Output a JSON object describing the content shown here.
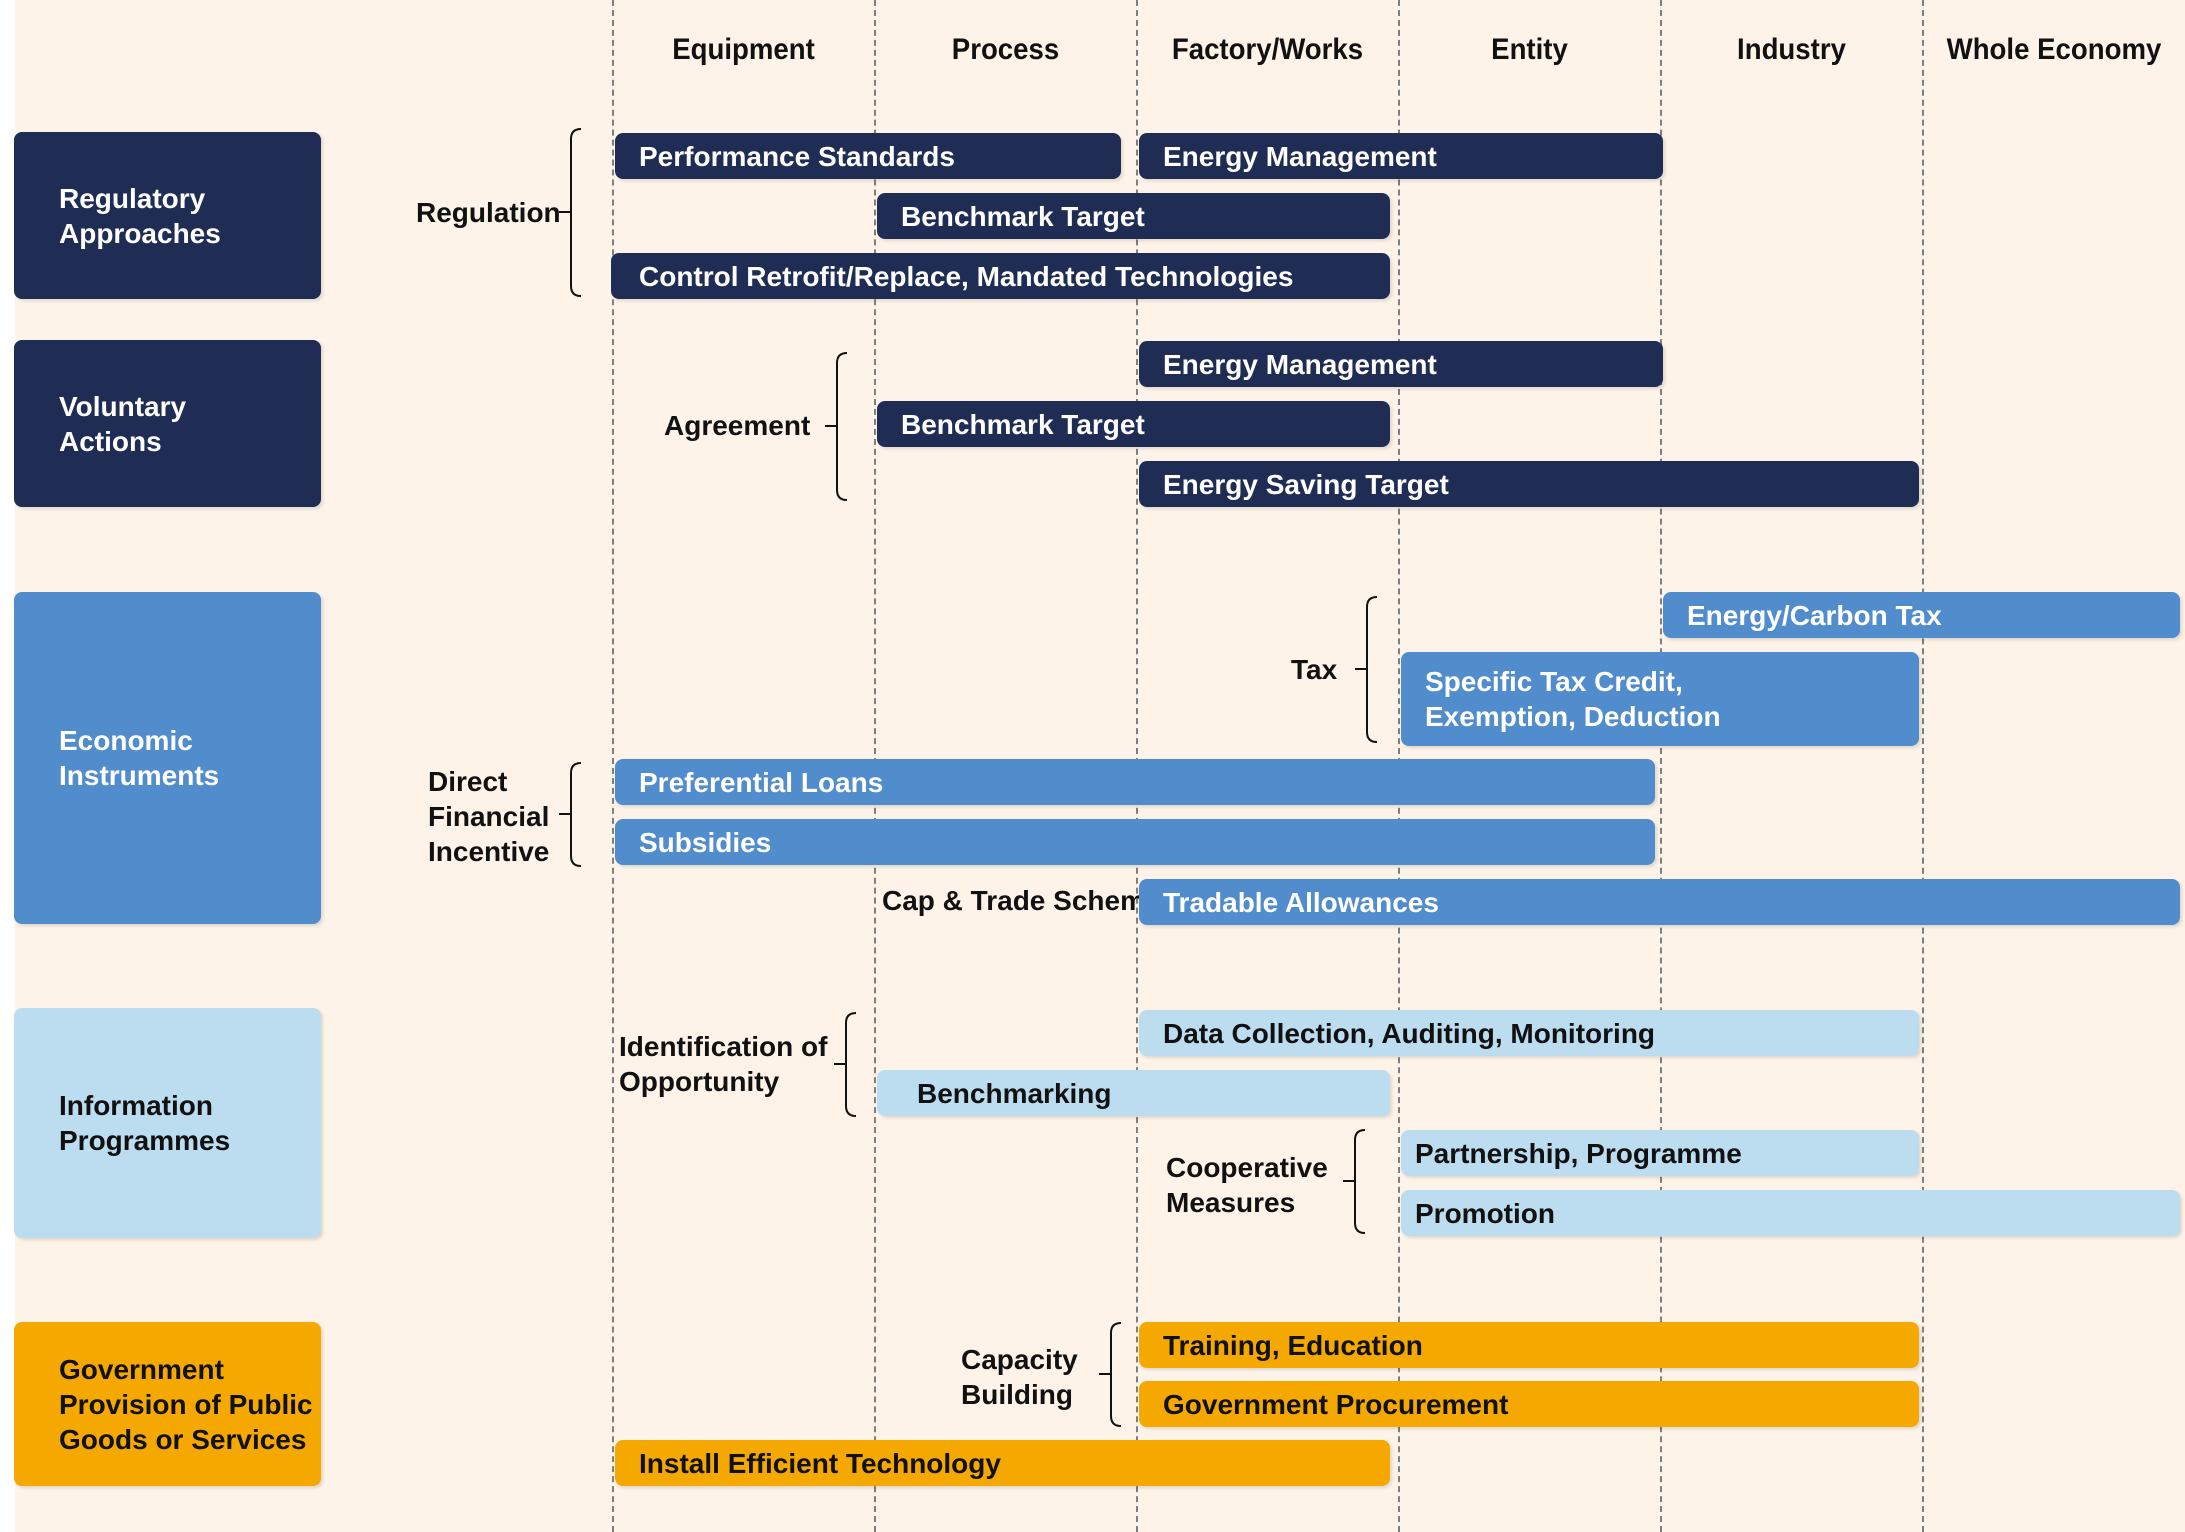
{
  "columns": [
    "Equipment",
    "Process",
    "Factory/Works",
    "Entity",
    "Industry",
    "Whole Economy"
  ],
  "categories": {
    "regulatory": "Regulatory\nApproaches",
    "voluntary": "Voluntary\nActions",
    "economic": "Economic\nInstruments",
    "information": "Information\nProgrammes",
    "government": "Government\nProvision of Public\nGoods or Services"
  },
  "groups": {
    "regulation": "Regulation",
    "agreement": "Agreement",
    "tax": "Tax",
    "direct_financial_incentive": "Direct\nFinancial\nIncentive",
    "cap_trade": "Cap & Trade Scheme",
    "identification": "Identification of\nOpportunity",
    "cooperative": "Cooperative\nMeasures",
    "capacity_building": "Capacity\nBuilding"
  },
  "bars": {
    "performance_standards": "Performance Standards",
    "energy_management_reg": "Energy Management",
    "benchmark_target_reg": "Benchmark Target",
    "control_retrofit": "Control Retrofit/Replace, Mandated Technologies",
    "energy_management_vol": "Energy Management",
    "benchmark_target_vol": "Benchmark Target",
    "energy_saving_target": "Energy Saving Target",
    "energy_carbon_tax": "Energy/Carbon Tax",
    "specific_tax_credit": "Specific Tax Credit,\nExemption, Deduction",
    "preferential_loans": "Preferential Loans",
    "subsidies": "Subsidies",
    "tradable_allowances": "Tradable Allowances",
    "data_collection": "Data Collection, Auditing, Monitoring",
    "benchmarking": "Benchmarking",
    "partnership": "Partnership, Programme",
    "promotion": "Promotion",
    "training": "Training, Education",
    "government_procurement": "Government Procurement",
    "install_efficient": "Install Efficient Technology"
  },
  "colors": {
    "background": "#fdf3e8",
    "dark_navy": "#1f2d55",
    "mid_blue": "#518ccc",
    "light_blue": "#bcdcf0",
    "gold": "#f4a800"
  }
}
